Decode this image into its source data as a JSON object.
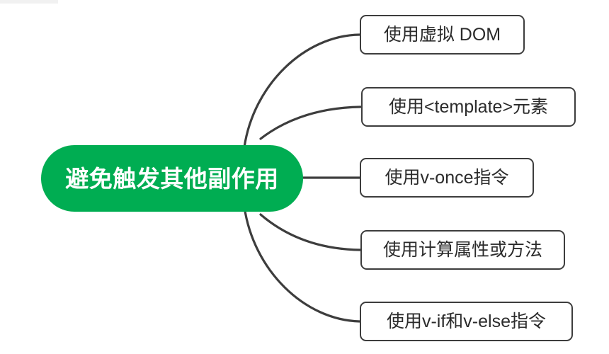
{
  "diagram": {
    "type": "mindmap",
    "title": "避免触发其他副作用",
    "orientation": "left-root-right-children",
    "colors": {
      "root_fill": "#00ad52",
      "root_text": "#ffffff",
      "node_border": "#3d3d3d",
      "node_fill": "#ffffff",
      "node_text": "#2b2b2b",
      "edge_stroke": "#3d3d3d",
      "background": "#ffffff"
    },
    "root": {
      "label": "避免触发其他副作用"
    },
    "children": [
      {
        "label": "使用虚拟 DOM"
      },
      {
        "label": "使用<template>元素"
      },
      {
        "label": "使用v-once指令"
      },
      {
        "label": "使用计算属性或方法"
      },
      {
        "label": "使用v-if和v-else指令"
      }
    ]
  }
}
